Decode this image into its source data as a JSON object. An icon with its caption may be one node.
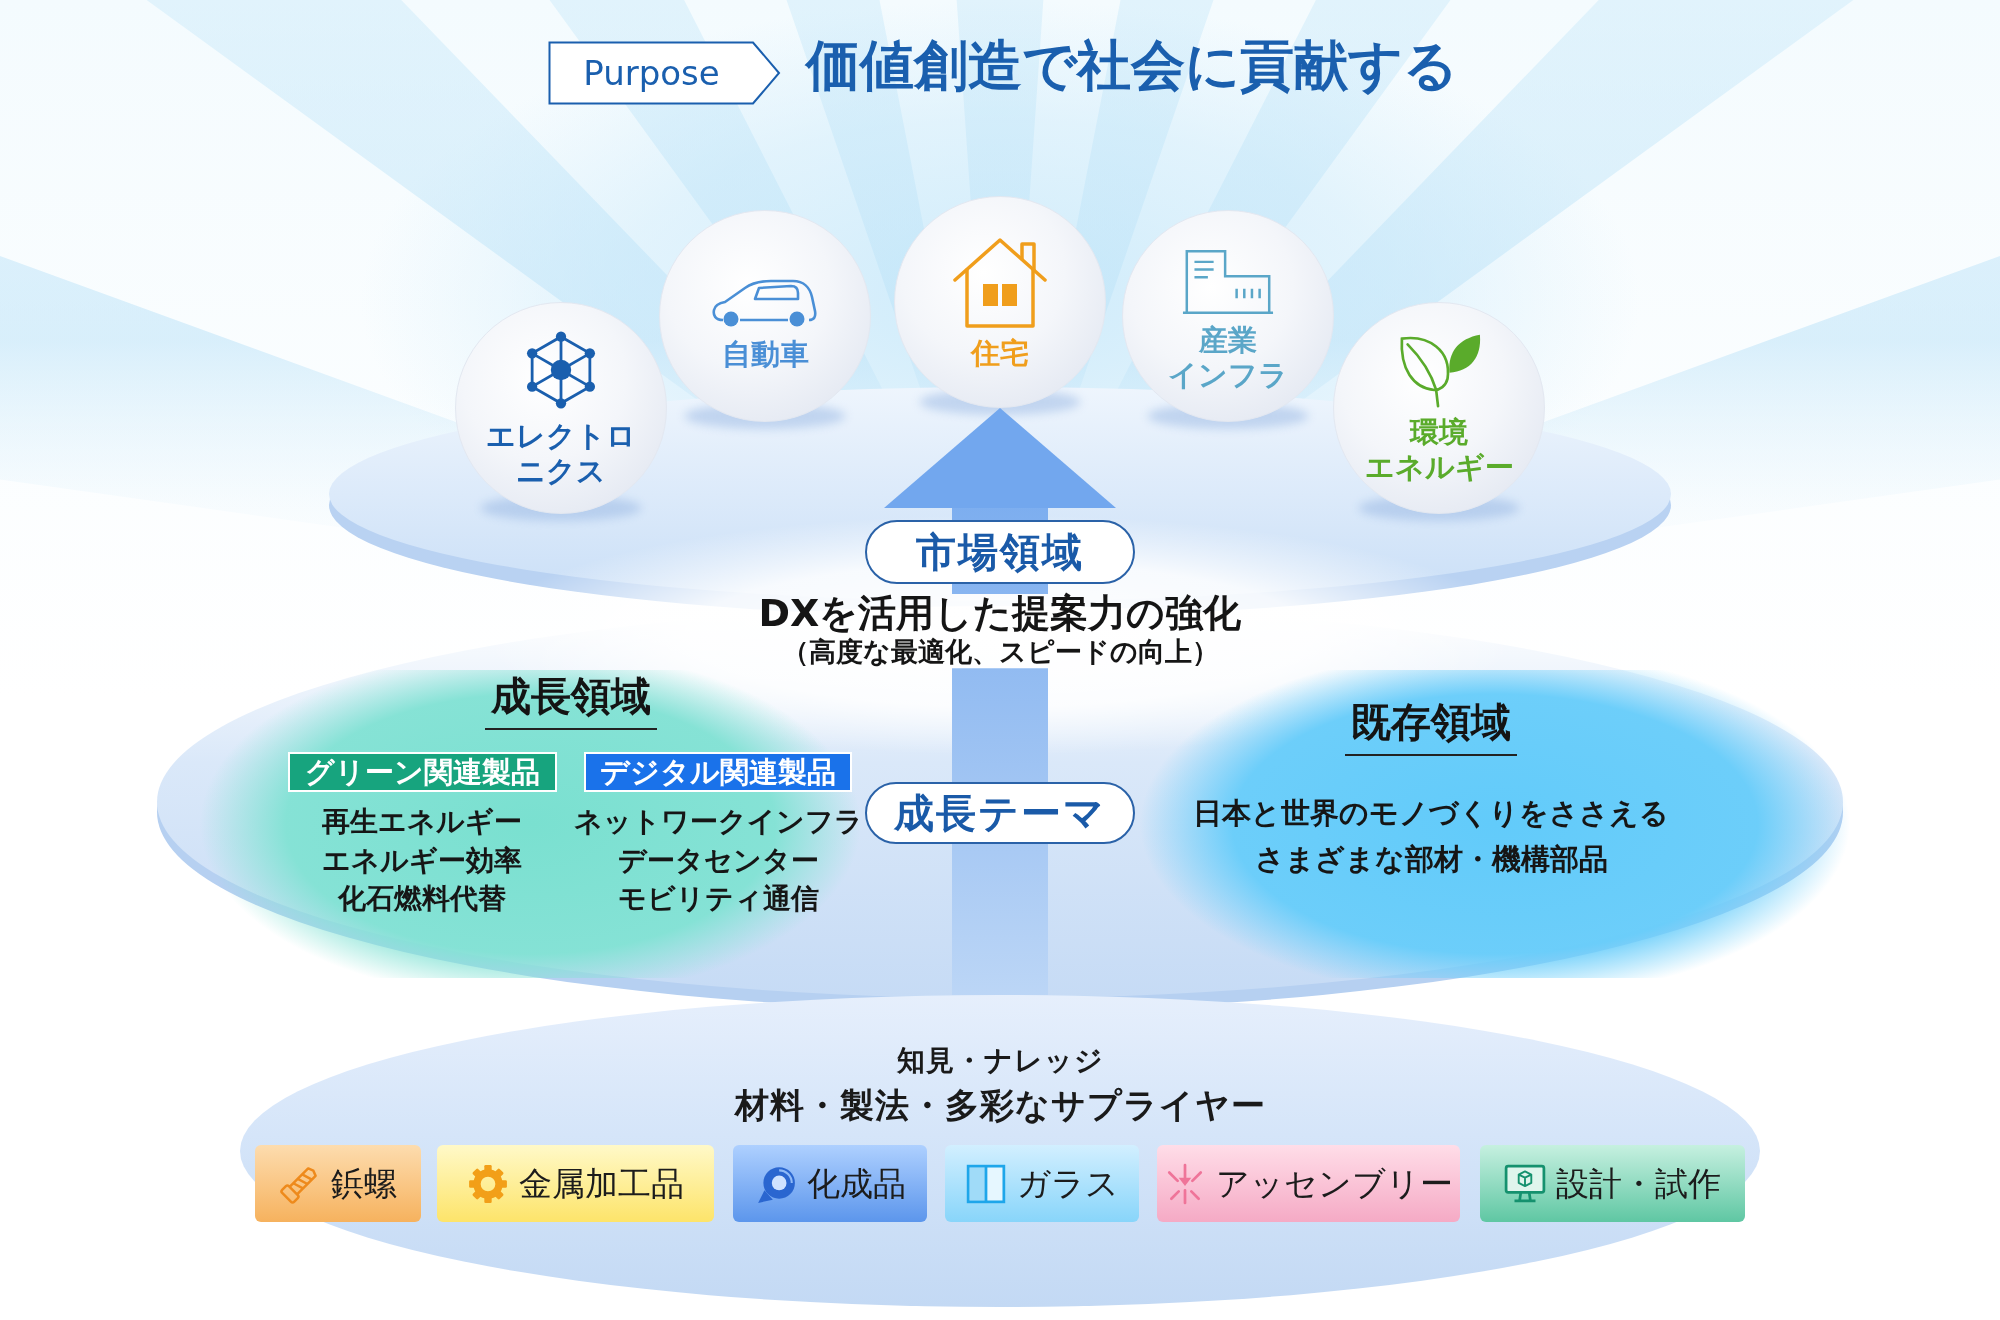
{
  "diagram": {
    "title": "価値創造で社会に貢献する",
    "nodes": [
      {
        "text": [
          "Purpose"
        ]
      },
      {
        "text": [
          "エレクトロニクス"
        ]
      },
      {
        "text": [
          "自動車"
        ]
      },
      {
        "text": [
          "住宅"
        ]
      },
      {
        "text": [
          "産業インフラ"
        ]
      },
      {
        "text": [
          "環境エネルギー"
        ]
      },
      {
        "text": [
          "市場領域"
        ]
      },
      {
        "text": [
          "DXを活用した提案力の強化",
          "（高度な最適化、スピードの向上）"
        ]
      },
      {
        "text": [
          "成長領域"
        ]
      },
      {
        "text": [
          "グリーン関連製品"
        ],
        "in": 8,
        "beside": [
          "再生エネルギー",
          "エネルギー効率",
          "化石燃料代替"
        ]
      },
      {
        "text": [
          "デジタル関連製品"
        ],
        "in": 8,
        "beside": [
          "ネットワークインフラ",
          "データセンター",
          "モビリティ通信"
        ]
      },
      {
        "text": [
          "成長テーマ"
        ]
      },
      {
        "text": [
          "既存領域",
          "日本と世界のモノづくりをささえるさまざまな部材・機構部品"
        ]
      },
      {
        "text": [
          "知見・ナレッジ",
          "材料・製法・多彩なサプライヤー"
        ]
      },
      {
        "text": [
          "鋲螺"
        ],
        "in": 13
      },
      {
        "text": [
          "金属加工品"
        ],
        "in": 13
      },
      {
        "text": [
          "化成品"
        ],
        "in": 13
      },
      {
        "text": [
          "ガラス"
        ],
        "in": 13
      },
      {
        "text": [
          "アッセンブリー"
        ],
        "in": 13
      },
      {
        "text": [
          "設計・試作"
        ],
        "in": 13
      }
    ],
    "edges": [
      {
        "from": 13,
        "to": 11,
        "arrow": "none",
        "style": "thick"
      },
      {
        "from": 11,
        "to": 7,
        "arrow": "none",
        "style": "thick"
      },
      {
        "from": 7,
        "to": 6,
        "arrow": "none",
        "style": "thick"
      },
      {
        "from": 6,
        "to": 3,
        "arrow": "to",
        "style": "thick"
      }
    ]
  }
}
